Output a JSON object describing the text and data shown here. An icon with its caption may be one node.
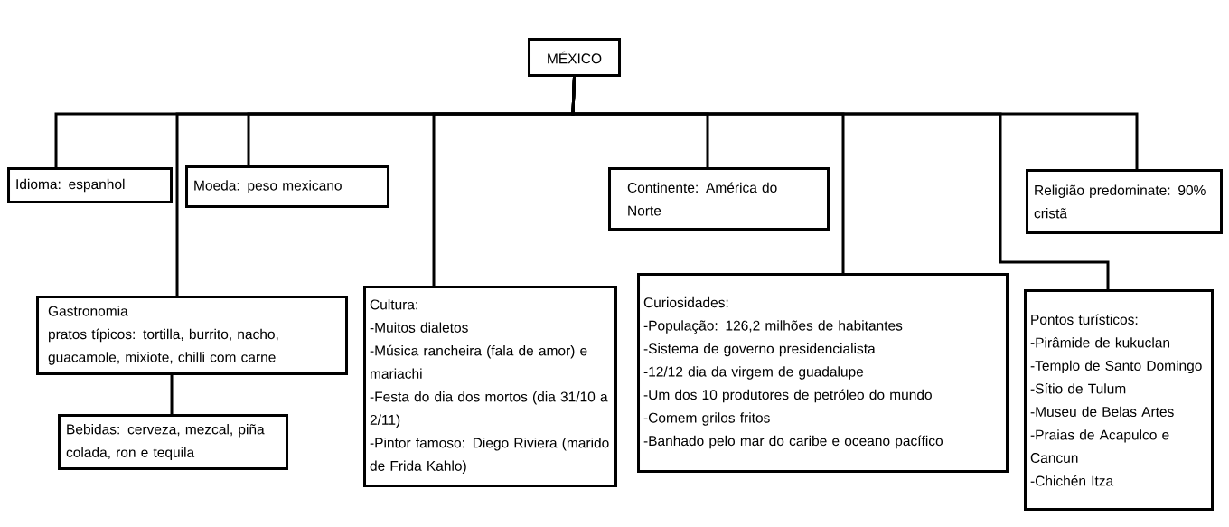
{
  "diagram": {
    "nodes": [
      {
        "text": [
          "MÉXICO"
        ]
      },
      {
        "text": [
          "Idioma: espanhol"
        ]
      },
      {
        "text": [
          "Moeda: peso mexicano"
        ]
      },
      {
        "text": [
          "Continente: América do Norte"
        ]
      },
      {
        "text": [
          "Religião predominate: 90% cristã"
        ]
      },
      {
        "text": [
          "Gastronomia",
          "pratos típicos: tortilla, burrito, nacho, guacamole, mixiote, chilli com carne"
        ]
      },
      {
        "text": [
          "Bebidas: cerveza, mezcal, piña colada, ron e tequila"
        ]
      },
      {
        "text": [
          "Cultura:",
          "-Muitos dialetos",
          "-Música rancheira (fala de amor) e mariachi",
          "-Festa do dia dos mortos (dia 31/10 a 2/11)",
          "-Pintor famoso: Diego Riviera (marido de Frida Kahlo)"
        ]
      },
      {
        "text": [
          "Curiosidades:",
          "-População: 126,2 milhões de habitantes",
          "-Sistema de governo presidencialista",
          "-12/12 dia da virgem de guadalupe",
          "-Um dos 10 produtores de petróleo do mundo",
          "-Comem grilos fritos",
          "-Banhado pelo mar do caribe e oceano pacífico"
        ]
      },
      {
        "text": [
          "Pontos turísticos:",
          "-Pirâmide de kukuclan",
          "-Templo de Santo Domingo",
          "-Sítio de Tulum",
          "-Museu de Belas Artes",
          "-Praias de Acapulco e Cancun",
          "-Chichén Itza"
        ]
      }
    ],
    "edges": [
      {
        "from": 0,
        "to": 1,
        "arrow": "none"
      },
      {
        "from": 0,
        "to": 5,
        "arrow": "none"
      },
      {
        "from": 0,
        "to": 2,
        "arrow": "none"
      },
      {
        "from": 0,
        "to": 7,
        "arrow": "none"
      },
      {
        "from": 0,
        "to": 3,
        "arrow": "none"
      },
      {
        "from": 0,
        "to": 8,
        "arrow": "none"
      },
      {
        "from": 0,
        "to": 9,
        "arrow": "none"
      },
      {
        "from": 0,
        "to": 4,
        "arrow": "none"
      },
      {
        "from": 5,
        "to": 6,
        "arrow": "none"
      }
    ]
  }
}
